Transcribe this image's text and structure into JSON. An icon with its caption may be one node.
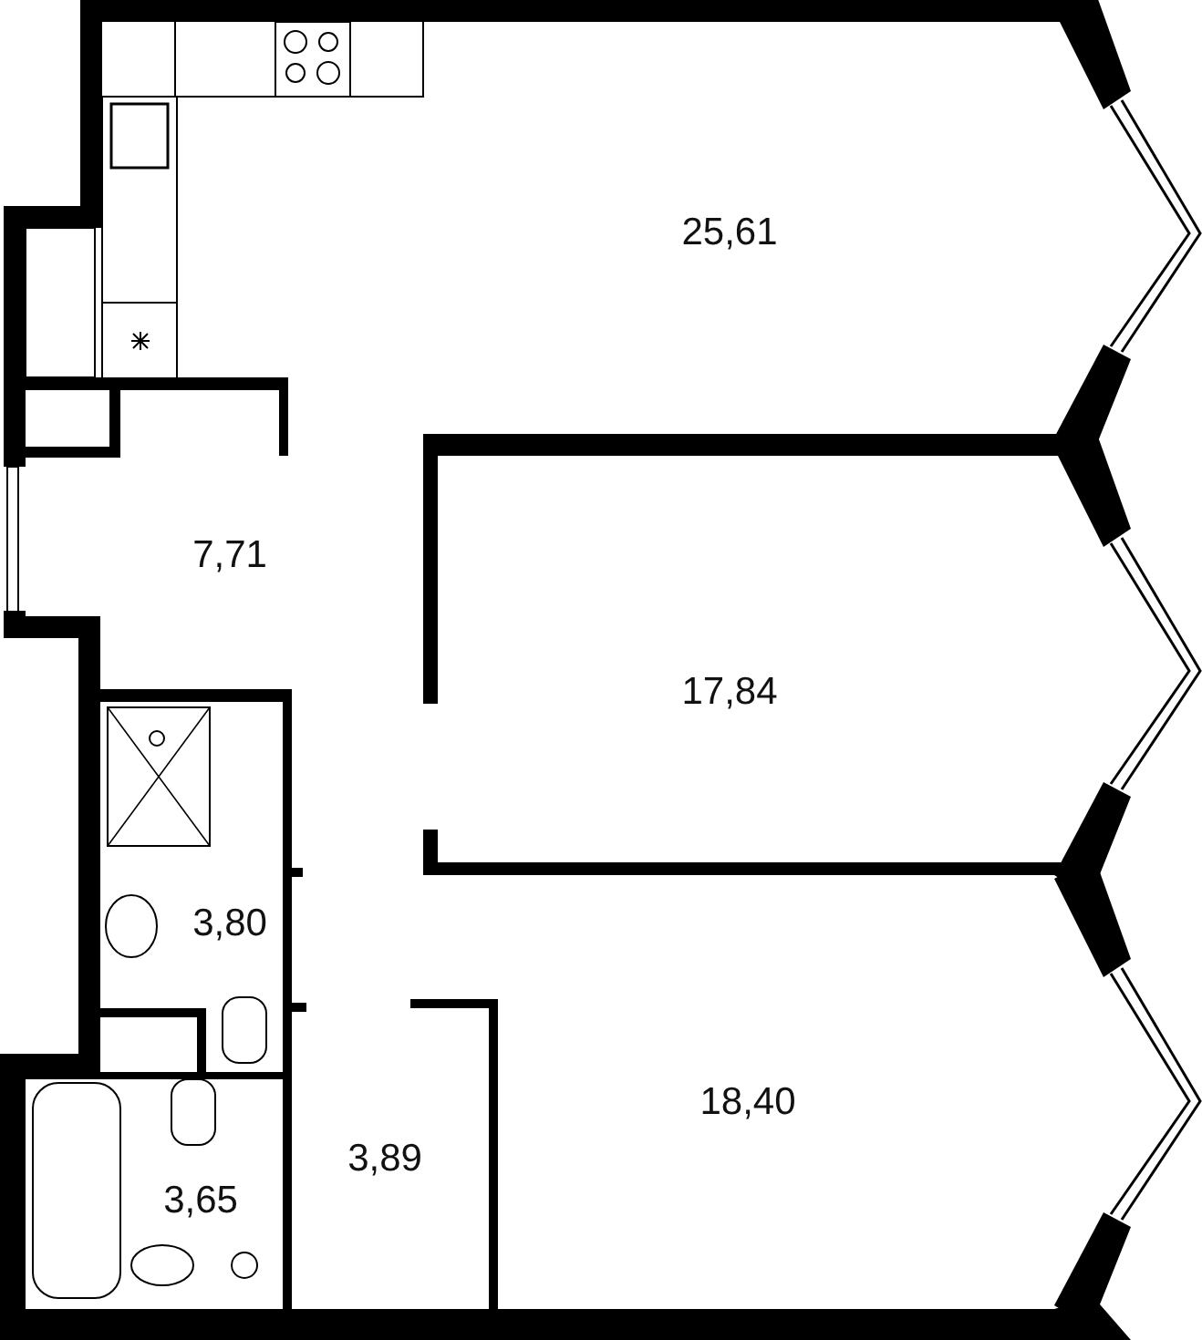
{
  "diagram": {
    "labels": [
      "25,61",
      "7,71",
      "17,84",
      "3,80",
      "18,40",
      "3,89",
      "3,65"
    ]
  }
}
